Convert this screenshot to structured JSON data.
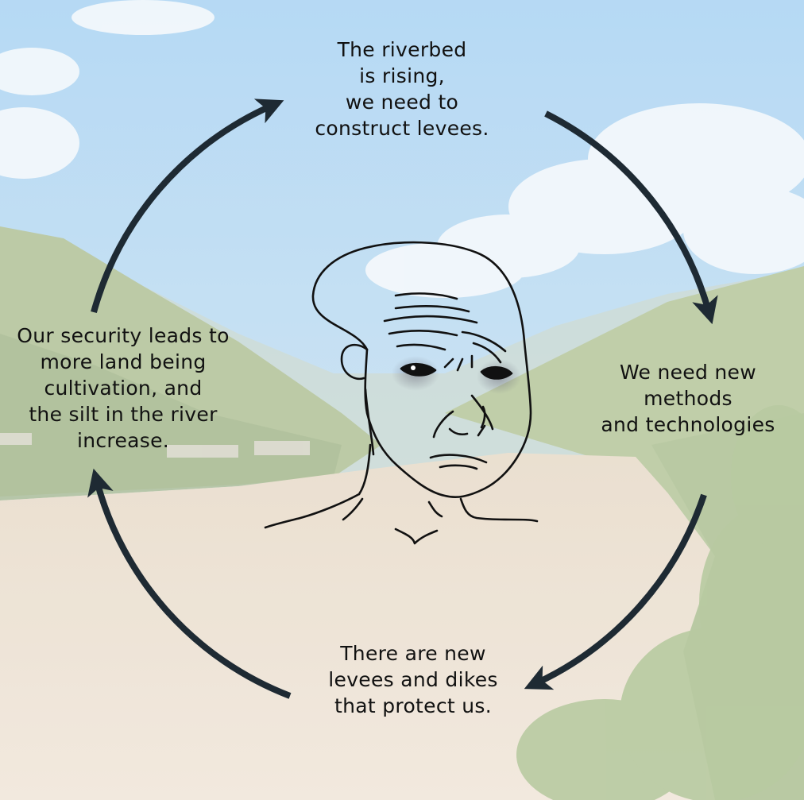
{
  "cycle": {
    "steps": [
      {
        "lines": [
          "The riverbed",
          "is rising,",
          "we need to",
          "construct levees."
        ]
      },
      {
        "lines": [
          "We need new",
          "methods",
          "and technologies"
        ]
      },
      {
        "lines": [
          "There are new",
          "levees and dikes",
          "that protect us."
        ]
      },
      {
        "lines": [
          "Our security leads to",
          "more land being",
          "cultivation, and",
          "the silt in the river",
          "increase."
        ]
      }
    ]
  },
  "colors": {
    "sky_top": "#a9d3f2",
    "sky_bottom": "#cfe3ef",
    "cloud": "#f6f9fc",
    "hill_green": "#b7c79a",
    "hill_dark": "#9fb487",
    "river": "#e9dccb",
    "arrow": "#1e2a33",
    "text": "#111111"
  },
  "figure": {
    "center_drawing": "worried-face-sketch-icon"
  }
}
